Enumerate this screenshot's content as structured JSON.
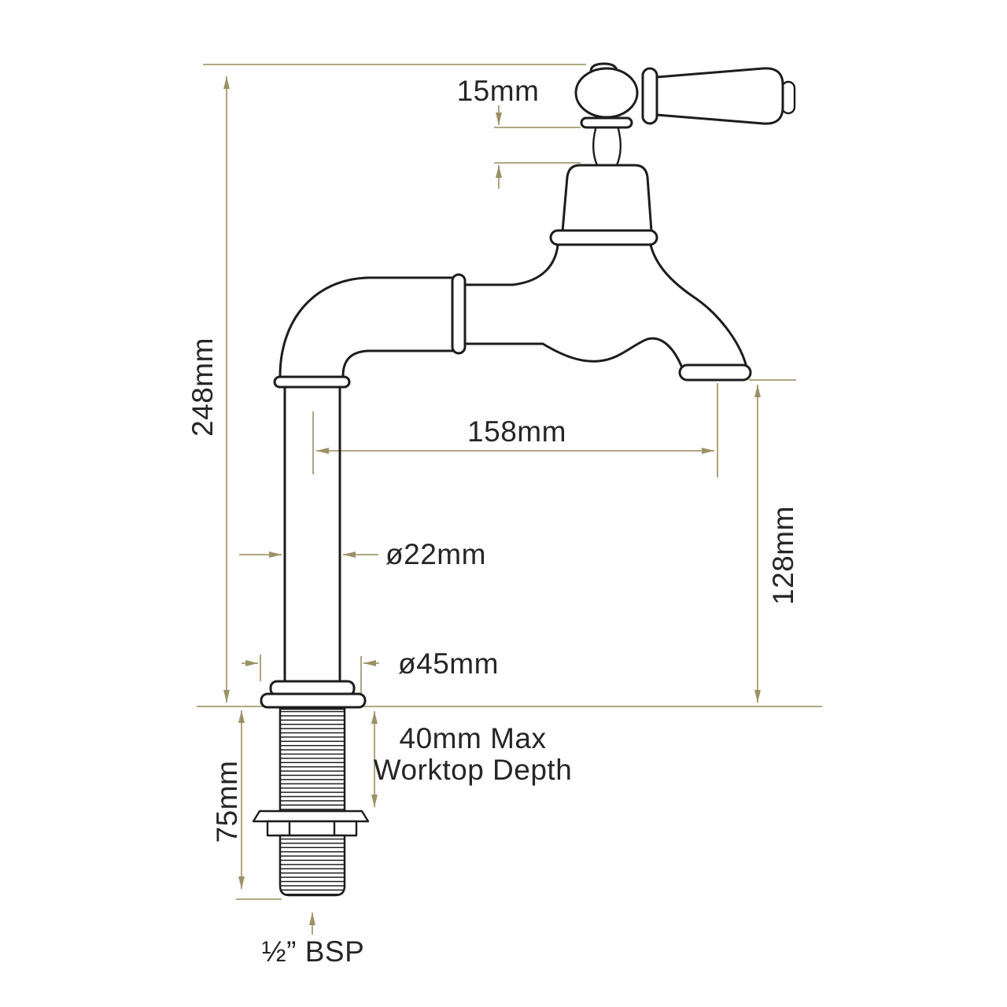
{
  "diagram": {
    "type": "technical-dimension-drawing",
    "background": "#ffffff",
    "colors": {
      "outline": "#1d1d1d",
      "dimension_line": "#a59b72",
      "arrowhead": "#9c9166",
      "label_text": "#262626"
    }
  },
  "labels": {
    "overall_height": "248mm",
    "handle_gap": "15mm",
    "spout_reach": "158mm",
    "pipe_diameter": "ø22mm",
    "outlet_height": "128mm",
    "base_diameter": "ø45mm",
    "worktop_line1": "40mm Max",
    "worktop_line2": "Worktop Depth",
    "tail_length": "75mm",
    "connection": "½” BSP"
  }
}
